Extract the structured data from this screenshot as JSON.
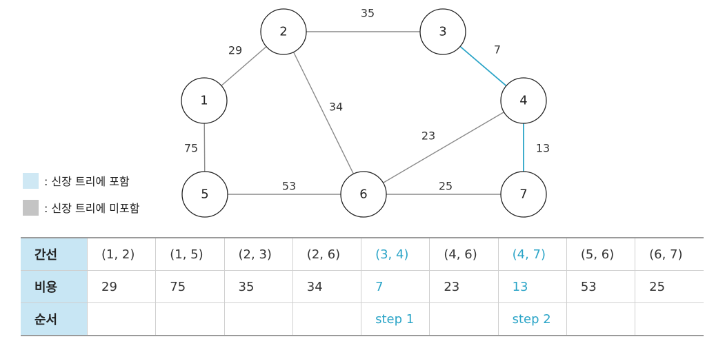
{
  "colors": {
    "mst_edge": "#2aa4c7",
    "normal_edge": "#8a8a8a",
    "legend_included": "#cfe8f4",
    "legend_excluded": "#c4c4c4",
    "header_bg": "#c8e6f4"
  },
  "graph": {
    "nodes": [
      {
        "id": "1",
        "label": "1"
      },
      {
        "id": "2",
        "label": "2"
      },
      {
        "id": "3",
        "label": "3"
      },
      {
        "id": "4",
        "label": "4"
      },
      {
        "id": "5",
        "label": "5"
      },
      {
        "id": "6",
        "label": "6"
      },
      {
        "id": "7",
        "label": "7"
      }
    ],
    "edges": [
      {
        "from": "1",
        "to": "2",
        "weight": "29",
        "in_tree": false
      },
      {
        "from": "1",
        "to": "5",
        "weight": "75",
        "in_tree": false
      },
      {
        "from": "2",
        "to": "3",
        "weight": "35",
        "in_tree": false
      },
      {
        "from": "2",
        "to": "6",
        "weight": "34",
        "in_tree": false
      },
      {
        "from": "3",
        "to": "4",
        "weight": "7",
        "in_tree": true
      },
      {
        "from": "4",
        "to": "6",
        "weight": "23",
        "in_tree": false
      },
      {
        "from": "4",
        "to": "7",
        "weight": "13",
        "in_tree": true
      },
      {
        "from": "5",
        "to": "6",
        "weight": "53",
        "in_tree": false
      },
      {
        "from": "6",
        "to": "7",
        "weight": "25",
        "in_tree": false
      }
    ]
  },
  "legend": {
    "included": ": 신장 트리에 포함",
    "excluded": ": 신장 트리에 미포함"
  },
  "table": {
    "row_headers": [
      "간선",
      "비용",
      "순서"
    ],
    "columns": [
      {
        "edge": "(1, 2)",
        "cost": "29",
        "order": "",
        "highlight": false
      },
      {
        "edge": "(1, 5)",
        "cost": "75",
        "order": "",
        "highlight": false
      },
      {
        "edge": "(2, 3)",
        "cost": "35",
        "order": "",
        "highlight": false
      },
      {
        "edge": "(2, 6)",
        "cost": "34",
        "order": "",
        "highlight": false
      },
      {
        "edge": "(3, 4)",
        "cost": "7",
        "order": "step 1",
        "highlight": true
      },
      {
        "edge": "(4, 6)",
        "cost": "23",
        "order": "",
        "highlight": false
      },
      {
        "edge": "(4, 7)",
        "cost": "13",
        "order": "step 2",
        "highlight": true
      },
      {
        "edge": "(5, 6)",
        "cost": "53",
        "order": "",
        "highlight": false
      },
      {
        "edge": "(6, 7)",
        "cost": "25",
        "order": "",
        "highlight": false
      }
    ]
  }
}
